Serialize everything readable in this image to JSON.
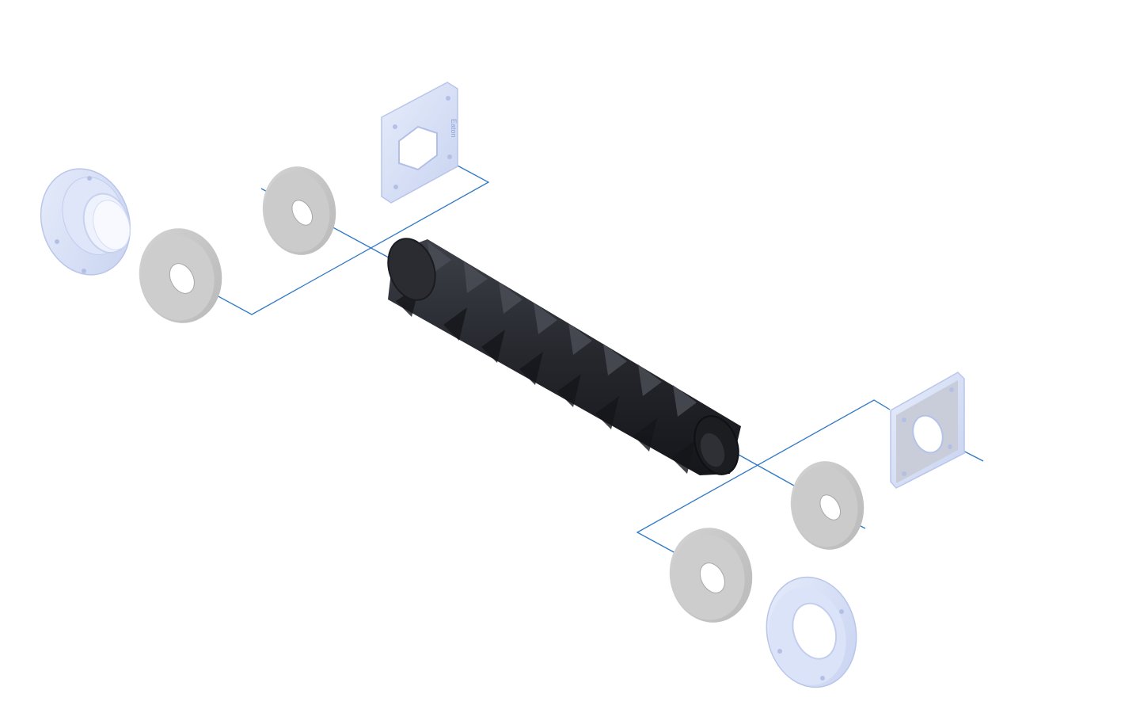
{
  "diagram": {
    "colors": {
      "background": "#ffffff",
      "leader_line": "#2f78c4",
      "bellows": "#2b2d33",
      "bellows_shadow": "#15161a",
      "bellows_highlight": "#4a4d55",
      "ring_gray": "#c9c9c9",
      "ring_gray_dark": "#b4b4b4",
      "flange_blue": "#d9e1f7",
      "flange_blue_edge": "#b9c6ea"
    },
    "parts": [
      {
        "id": "left-round-flange",
        "icon": "round-flange-icon"
      },
      {
        "id": "left-outer-ring",
        "icon": "ring-icon"
      },
      {
        "id": "left-inner-ring",
        "icon": "ring-icon"
      },
      {
        "id": "left-square-flange",
        "icon": "square-flange-icon",
        "label": "Eaton"
      },
      {
        "id": "bellows",
        "icon": "bellows-icon"
      },
      {
        "id": "right-square-flange",
        "icon": "square-flange-icon"
      },
      {
        "id": "right-inner-ring",
        "icon": "ring-icon"
      },
      {
        "id": "right-outer-ring",
        "icon": "ring-icon"
      },
      {
        "id": "right-round-flange",
        "icon": "round-flange-icon"
      }
    ]
  }
}
